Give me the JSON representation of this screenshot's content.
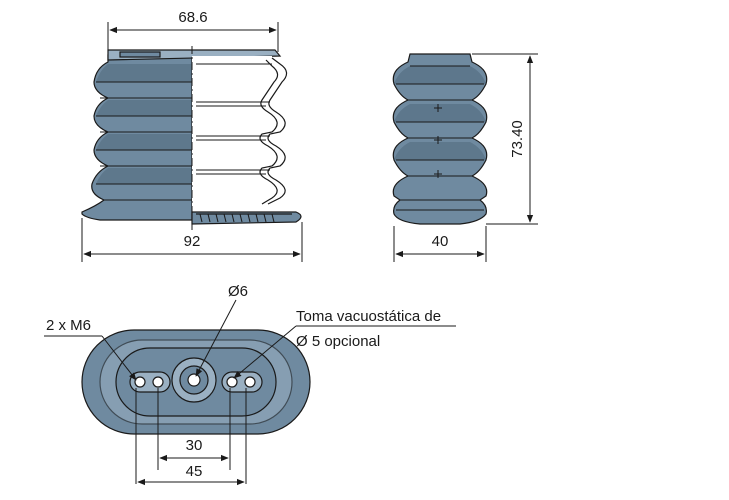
{
  "title": "",
  "dimensions": {
    "top_width": "68.6",
    "base_width": "92",
    "side_height": "73.40",
    "side_width": "40",
    "bottom_pitch_inner": "30",
    "bottom_pitch_outer": "45"
  },
  "annotations": {
    "center_hole": "Ø6",
    "threads": "2 x M6",
    "vacuum_port_line1": "Toma vacuostática de",
    "vacuum_port_line2": "Ø 5 opcional"
  },
  "colors": {
    "rubber": "#6f8aa0",
    "rubber_dark": "#3e5568",
    "rubber_light": "#9ab0c2",
    "lines": "#1a1a1a"
  }
}
